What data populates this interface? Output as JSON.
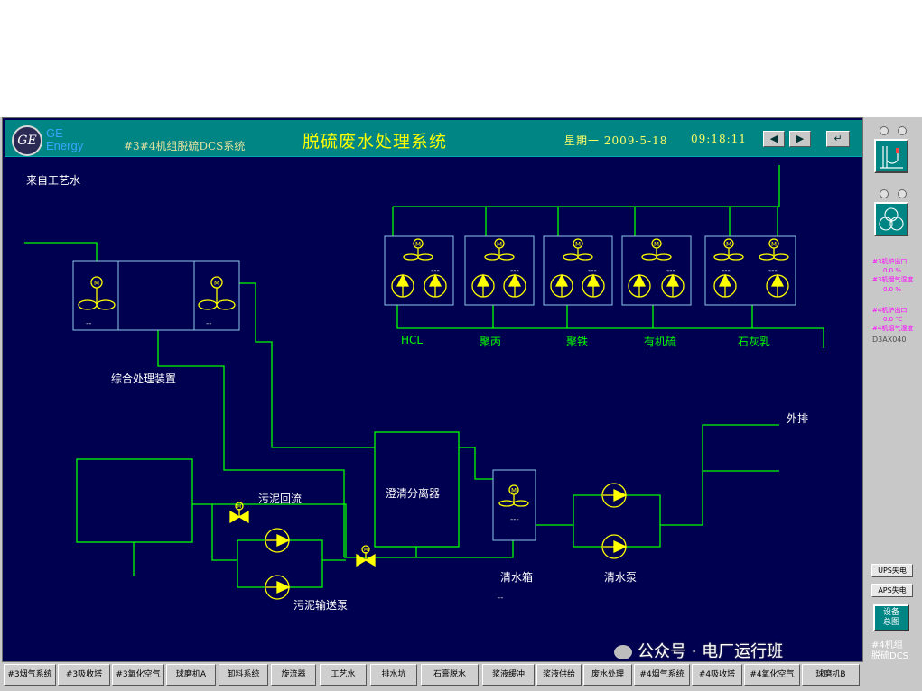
{
  "header": {
    "brand_line1": "GE",
    "brand_line2": "Energy",
    "unit_label": "#3#4机组脱硫DCS系统",
    "title": "脱硫废水处理系统",
    "date": "星期一 2009-5-18",
    "time": "09:18:11",
    "prev_glyph": "◀",
    "next_glyph": "▶",
    "return_glyph": "↵"
  },
  "diagram": {
    "source_label": "来自工艺水",
    "integrated_unit": "综合处理装置",
    "sludge_return": "污泥回流",
    "clarifier": "澄清分离器",
    "clean_tank": "清水箱",
    "clean_pump": "清水泵",
    "sludge_pump": "污泥输送泵",
    "outlet": "外排",
    "dosing": [
      "HCL",
      "聚丙",
      "聚铁",
      "有机硫",
      "石灰乳"
    ],
    "dash": "--",
    "dash3": "---",
    "motor_symbol": "M"
  },
  "right_panel": {
    "line1": "#3机炉出口",
    "line1_val": "0.0 %",
    "line2": "#3机烟气湿度",
    "line2_val": "0.0 %",
    "line3": "#4机炉出口",
    "line3_val": "0.0 ℃",
    "line4": "#4机烟气湿度",
    "node": "D3AX040",
    "ups": "UPS失电",
    "aps": "APS失电",
    "overview_line1": "设备",
    "overview_line2": "总图"
  },
  "tabs": [
    "#3烟气系统",
    "#3吸收塔",
    "#3氧化空气",
    "球磨机A",
    "卸料系统",
    "旋流器",
    "工艺水",
    "排水坑",
    "石膏脱水",
    "浆液缓冲",
    "浆液供给",
    "废水处理",
    "#4烟气系统",
    "#4吸收塔",
    "#4氧化空气",
    "球磨机B"
  ],
  "watermark": {
    "text": "公众号 · 电厂运行班",
    "overlay_line1": "#4机组",
    "overlay_line2": "脱硫DCS"
  },
  "colors": {
    "background": "#000050",
    "pipe": "#00ff00",
    "equipment_outline": "#8fc8e8",
    "equipment_symbol": "#ffff00",
    "title_bar": "#008585"
  }
}
